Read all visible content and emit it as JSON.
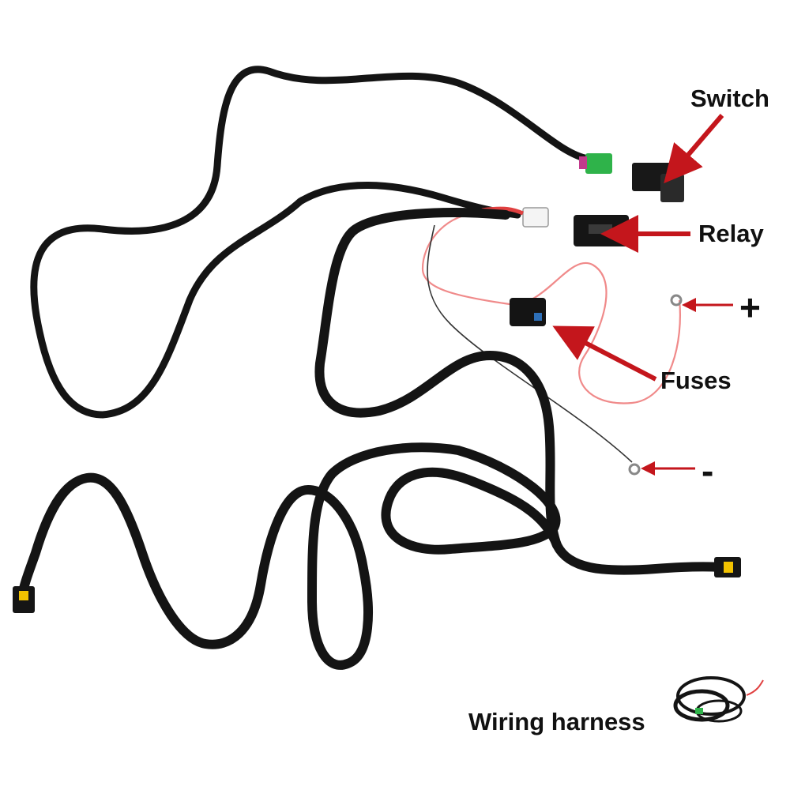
{
  "labels": {
    "switch": "Switch",
    "relay": "Relay",
    "fuses": "Fuses",
    "positive": "+",
    "negative": "-",
    "wiring_harness": "Wiring harness"
  },
  "colors": {
    "cable": "#141414",
    "arrow_red": "#c4161c",
    "positive_wire": "#f08a8a",
    "connector_green": "#2fb34a",
    "connector_white": "#f4f4f4",
    "ground_wire": "#333333"
  },
  "icons": {
    "switch": "rocker-switch-icon",
    "relay": "relay-icon",
    "fuse": "fuse-holder-icon",
    "ring_terminal": "ring-terminal-icon",
    "plug": "plug-connector-icon",
    "harness_thumbnail": "coiled-harness-icon"
  }
}
